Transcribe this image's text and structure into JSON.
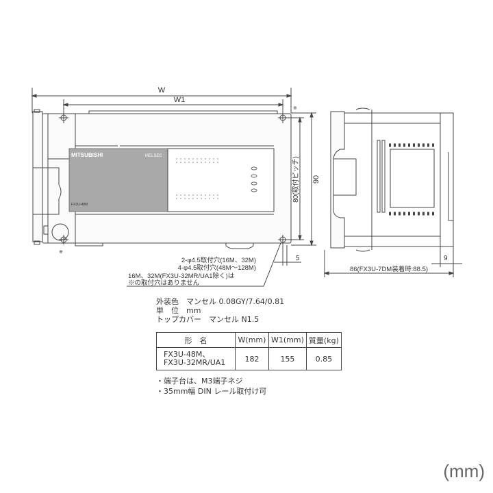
{
  "front_view": {
    "dim_w": "W",
    "dim_w1": "W1",
    "mark": "※",
    "dim_90": "90",
    "dim_80": "80(取付ピッチ)",
    "dim_5": "5",
    "brand": "MITSUBISHI",
    "series": "MELSEC",
    "model_label": "FX3U-48M",
    "hole_note": [
      "2-φ4.5取付穴(16M、32M)",
      "4-φ4.5取付穴(48M〜128M)",
      "16M、32M(FX3U-32MR/UA1除く)は",
      "※の取付穴はありません"
    ]
  },
  "side_view": {
    "dim_9": "9",
    "dim_86": "86(FX3U-7DM装着時:88.5)"
  },
  "specs": [
    "外装色　マンセル 0.08GY/7.64/0.81",
    "単　位　mm",
    "トップカバー　マンセル N1.5"
  ],
  "table": {
    "headers": [
      "形　名",
      "W(mm)",
      "W1(mm)",
      "質量(kg)"
    ],
    "rows": [
      {
        "model_lines": [
          "FX3U-48M、",
          "FX3U-32MR/UA1"
        ],
        "w": "182",
        "w1": "155",
        "mass": "0.85"
      }
    ]
  },
  "notes": [
    "・端子台は、M3端子ネジ",
    "・35mm幅 DIN レール取付け可"
  ],
  "unit_label": "(mm)",
  "colors": {
    "line": "#444444",
    "panel_gray": "#a9a9a9",
    "body": "#f6f6f6"
  }
}
